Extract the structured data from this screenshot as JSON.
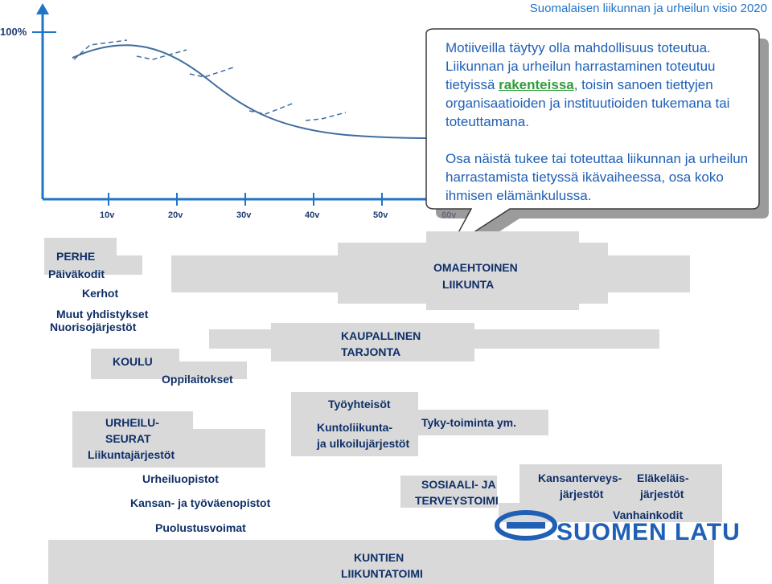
{
  "header": {
    "title": "Suomalaisen liikunnan ja urheilun visio 2020"
  },
  "chart": {
    "y_label": "100%",
    "x_ticks": [
      "10v",
      "20v",
      "30v",
      "40v",
      "50v",
      "60v"
    ]
  },
  "bubble": {
    "line1": "Motiiveilla täytyy olla mahdollisuus toteutua.",
    "line2_before": "Liikunnan ja urheilun harrastaminen toteutuu tietyissä",
    "line2_highlight": "rakenteissa",
    "line2_after": ", toisin sanoen tiettyjen organisaatioiden ja instituutioiden tukemana tai toteuttamana.",
    "paragraph2": "Osa näistä tukee tai toteuttaa liikunnan ja urheilun harrastamista tietyssä ikävaiheessa, osa koko ihmisen elämänkulussa."
  },
  "labels": {
    "perhe": "PERHE",
    "paivakodit": "Päiväkodit",
    "kerhot": "Kerhot",
    "muut_yhdistykset": "Muut yhdistykset",
    "nuorisojarjestot": "Nuorisojärjestöt",
    "koulu": "KOULU",
    "oppilaitokset": "Oppilaitokset",
    "omaehtoinen_1": "OMAEHTOINEN",
    "omaehtoinen_2": "LIIKUNTA",
    "kaupallinen_1": "KAUPALLINEN",
    "kaupallinen_2": "TARJONTA",
    "tyoyhteisot": "Työyhteisöt",
    "kuntoliikunta_1": "Kuntoliikunta-",
    "kuntoliikunta_2": "ja ulkoilujärjestöt",
    "tyky": "Tyky-toiminta ym.",
    "urheiluseurat_1": "URHEILU-",
    "urheiluseurat_2": "SEURAT",
    "liikuntajarjestot": "Liikuntajärjestöt",
    "urheiluopistot": "Urheiluopistot",
    "kansanopistot": "Kansan- ja työväenopistot",
    "puolustusvoimat": "Puolustusvoimat",
    "sosiaali_1": "SOSIAALI- JA",
    "sosiaali_2": "TERVEYSTOIMI",
    "kansanterveys_1": "Kansanterveys-",
    "kansanterveys_2": "järjestöt",
    "elakelais_1": "Eläkeläis-",
    "elakelais_2": "järjestöt",
    "vanhainkodit": "Vanhainkodit",
    "kuntien_1": "KUNTIEN",
    "kuntien_2": "LIIKUNTATOIMI"
  },
  "logo": {
    "text": "SUOMEN LATU",
    "icon": "suomen-latu-logo-icon"
  },
  "colors": {
    "label_text": "#0f2f68",
    "bar_fill": "#d9d9d9",
    "bubble_text": "#1f5fb5",
    "highlight": "#2e9d3a"
  }
}
